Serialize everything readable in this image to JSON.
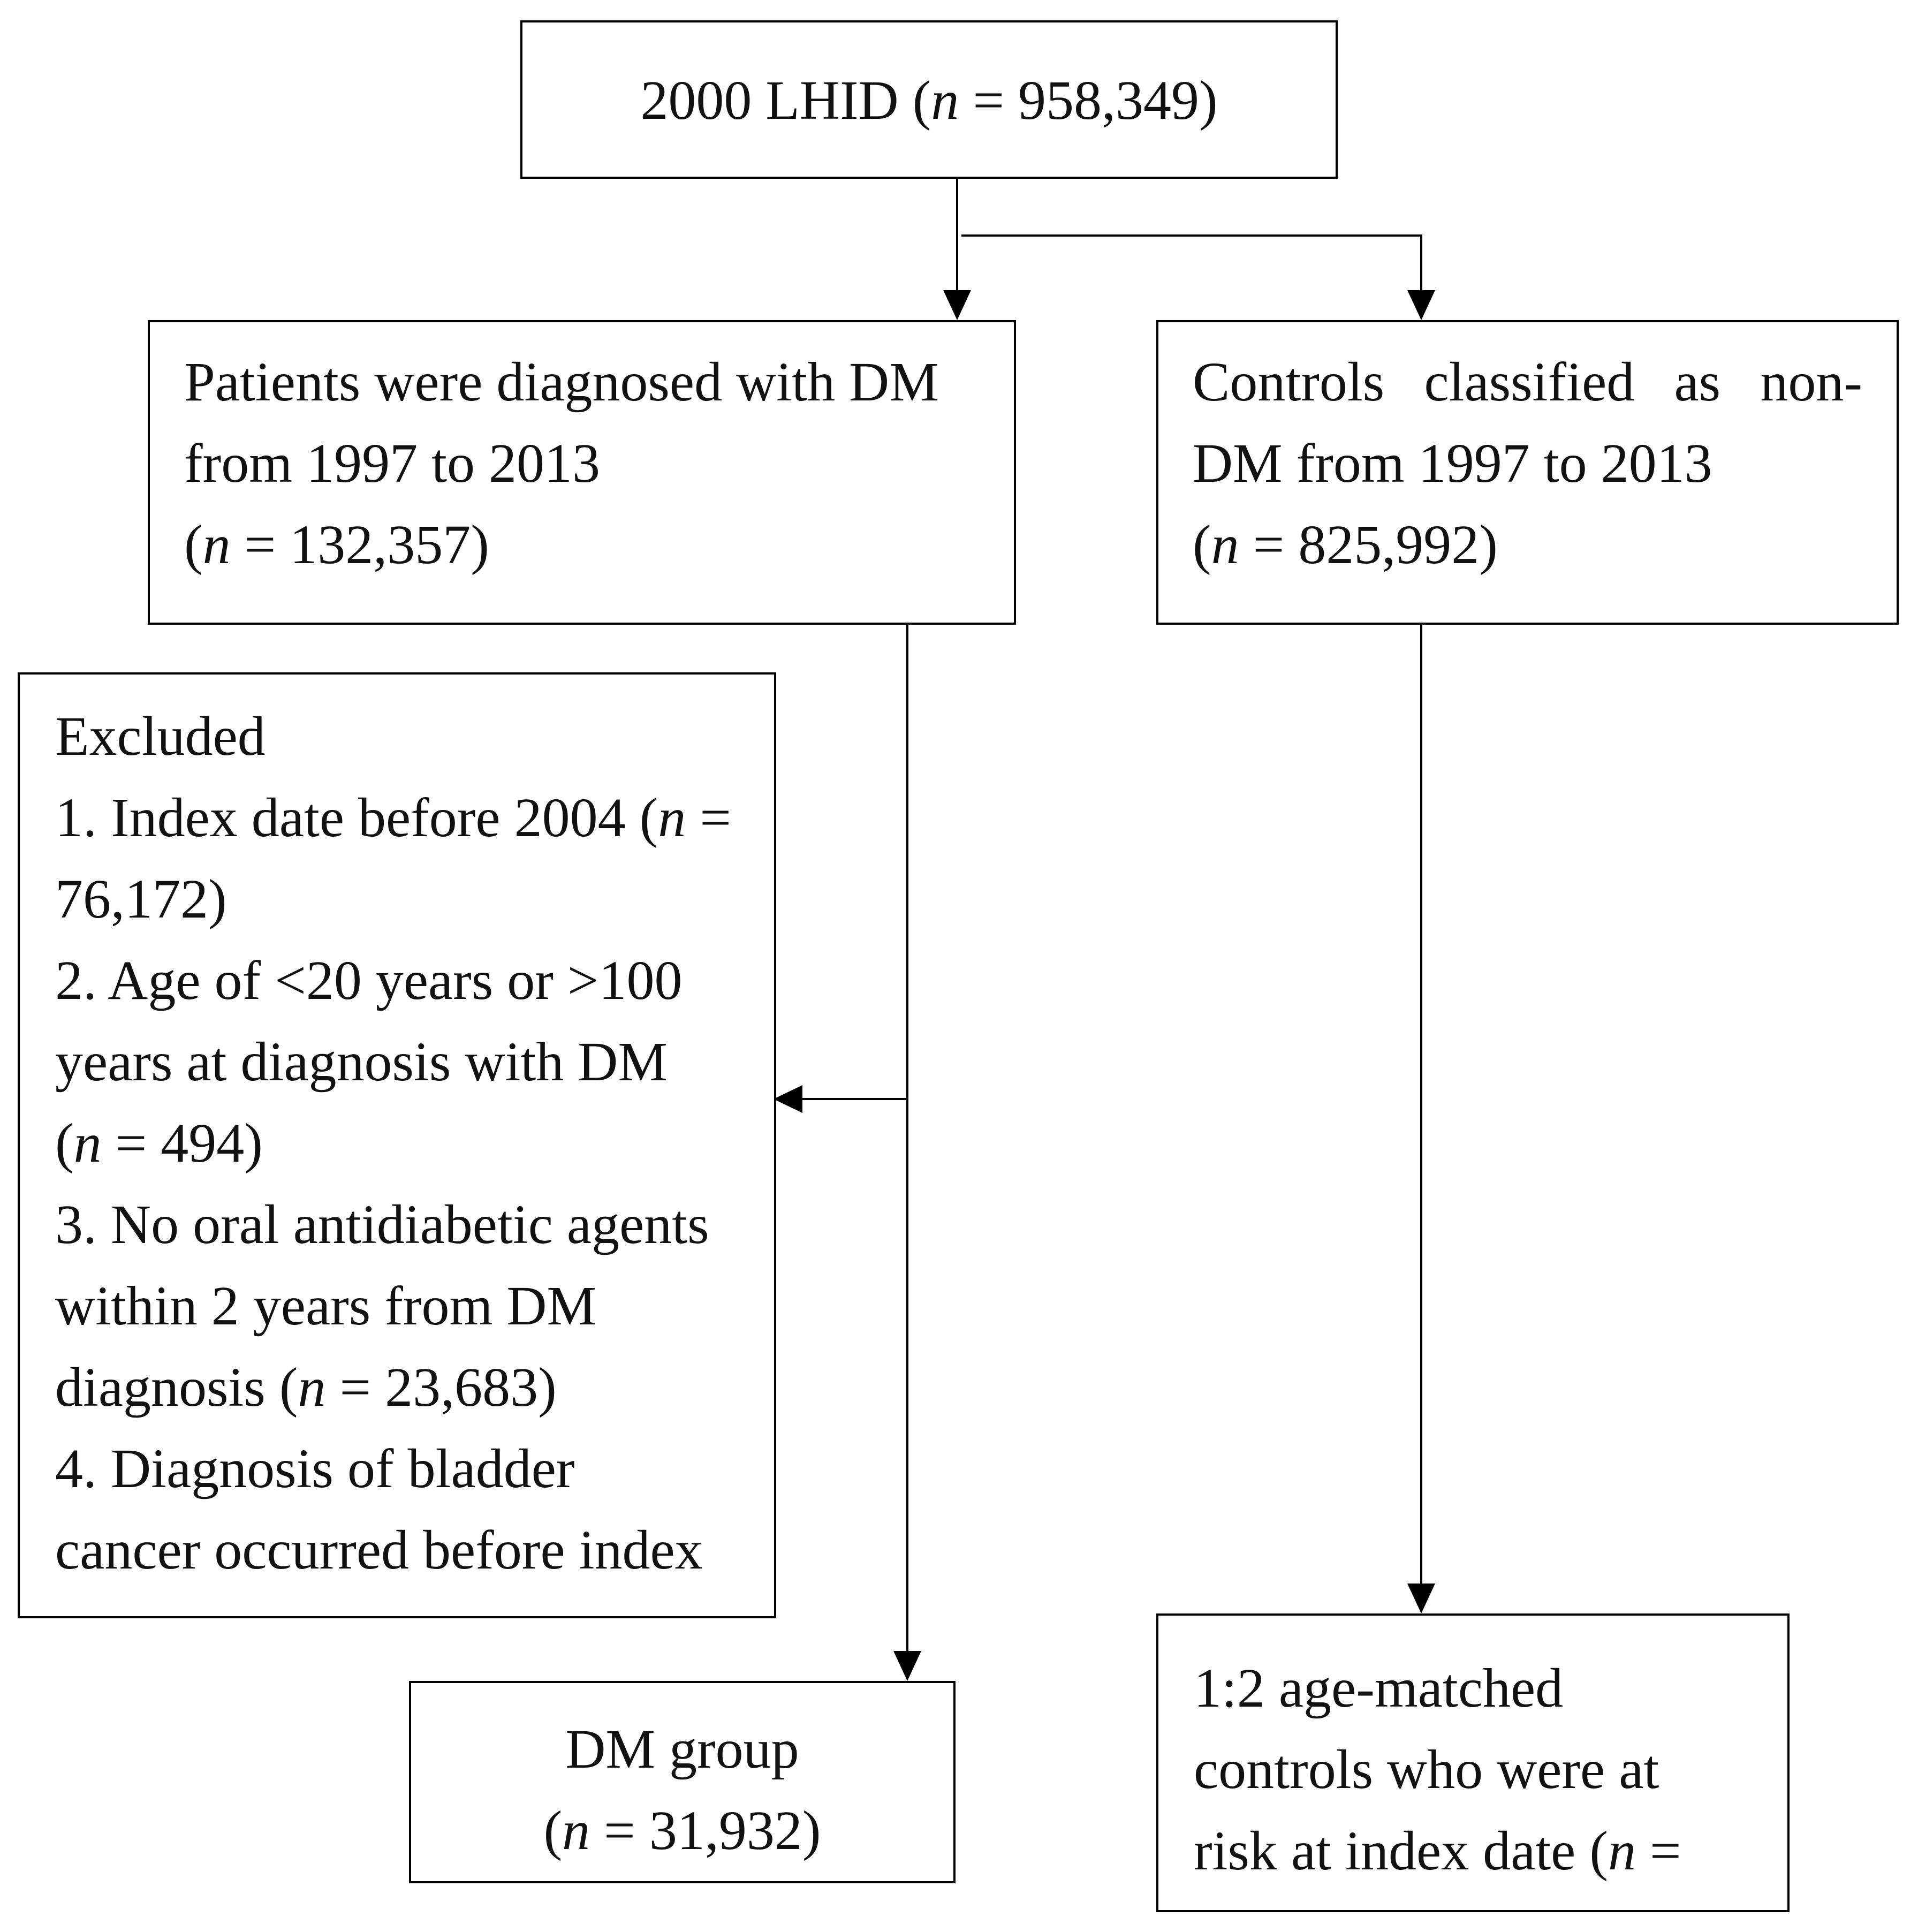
{
  "boxes": {
    "source": {
      "label": "2000 LHID (",
      "n_var": "n",
      "n_value": " = 958,349)"
    },
    "dm_patients": {
      "line1": "Patients were diagnosed with DM",
      "line2": "from 1997 to 2013",
      "line3_open": "(",
      "n_var": "n",
      "line3_rest": " = 132,357)"
    },
    "controls": {
      "line1_words": [
        "Controls",
        "classified",
        "as",
        "non-"
      ],
      "line2": "DM from 1997 to 2013",
      "line3_open": "(",
      "n_var": "n",
      "line3_rest": " = 825,992)"
    },
    "excluded": {
      "title": "Excluded",
      "item1_a": "1. Index date before 2004 (",
      "item1_var": "n",
      "item1_b": " =",
      "item1_c": "76,172)",
      "item2_a": "2. Age of <20 years or >100",
      "item2_b": "years at diagnosis with DM",
      "item2_c_open": "(",
      "item2_var": "n",
      "item2_c_rest": " = 494)",
      "item3_a": "3. No oral antidiabetic agents",
      "item3_b": "within 2 years from DM",
      "item3_c_a": "diagnosis (",
      "item3_var": "n",
      "item3_c_b": " = 23,683)",
      "item4_a": "4. Diagnosis of bladder",
      "item4_b": "cancer occurred before index"
    },
    "dm_group": {
      "line1": "DM group",
      "line2_open": "(",
      "n_var": "n",
      "line2_rest": " = 31,932)"
    },
    "matched_controls": {
      "line1": "1:2 age-matched",
      "line2": "controls who were at",
      "line3_a": "risk at index date (",
      "n_var": "n",
      "line3_b": " ="
    }
  }
}
